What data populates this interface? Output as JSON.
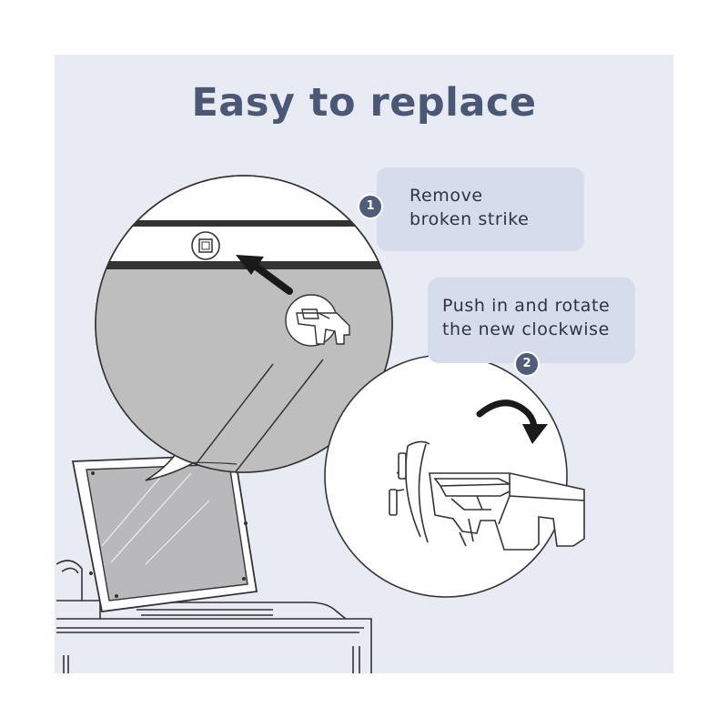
{
  "title": "Easy to replace",
  "steps": [
    {
      "number": "1",
      "line1": "Remove",
      "line2": "broken strike"
    },
    {
      "number": "2",
      "line1": "Push in and rotate",
      "line2": "the new clockwise"
    }
  ],
  "icons": [
    "arrow-icon",
    "rotate-clockwise-arrow-icon"
  ],
  "colors": {
    "background_panel": "#e8ebf4",
    "title": "#4a5875",
    "callout_box": "#d6dcec",
    "badge": "#4f5d7b",
    "line_art": "#333333",
    "lid_glass": "#b9b9bb"
  }
}
